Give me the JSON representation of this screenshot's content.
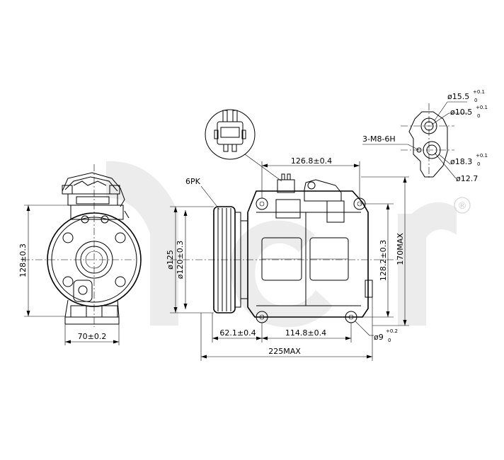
{
  "watermark": {
    "brand": "DCR",
    "registered": "®"
  },
  "front_view": {
    "height_dim": "128±0.3",
    "width_dim": "70±0.2"
  },
  "side_view": {
    "belt_label": "6PK",
    "bolt_spacing": "126.8±0.4",
    "pulley_diameter": "ø125",
    "body_diameter": "ø120±0.3",
    "bolt_height": "128.2±0.3",
    "max_height": "170MAX",
    "pulley_offset": "62.1±0.4",
    "bolt_span": "114.8±0.4",
    "hole_diameter": "ø9",
    "hole_tol_plus": "+0.2",
    "hole_tol_minus": "0",
    "overall_length": "225MAX"
  },
  "port_detail": {
    "thread": "3-M8-6H",
    "port_a": {
      "label": "ø15.5",
      "tol_plus": "+0.1",
      "tol_minus": "0"
    },
    "port_b": {
      "label": "ø10.5",
      "tol_plus": "+0.1",
      "tol_minus": "0"
    },
    "port_c": {
      "label": "ø18.3",
      "tol_plus": "+0.1",
      "tol_minus": "0"
    },
    "port_d": {
      "label": "ø12.7"
    }
  }
}
